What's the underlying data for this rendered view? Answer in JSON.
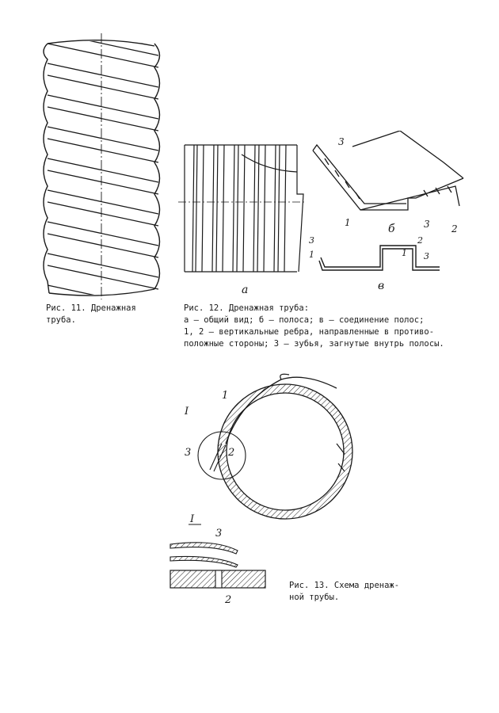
{
  "fig11": {
    "caption": "Рис. 11. Дренажная\nтруба."
  },
  "fig12": {
    "caption": "Рис. 12. Дренажная труба:\nа – общий вид; б – полоса; в – соединение полос;\n1, 2 – вертикальные ребра, направленные в противо-\nположные стороны; 3 – зубья, загнутые внутрь полосы.",
    "label_a": "а",
    "label_b": "б",
    "label_v": "в",
    "num_1": "1",
    "num_2": "2",
    "num_3": "3"
  },
  "fig13": {
    "caption": "Рис. 13. Схема дренаж-\nной трубы.",
    "detail_mark": "I",
    "num_1": "1",
    "num_2": "2",
    "num_3": "3"
  }
}
